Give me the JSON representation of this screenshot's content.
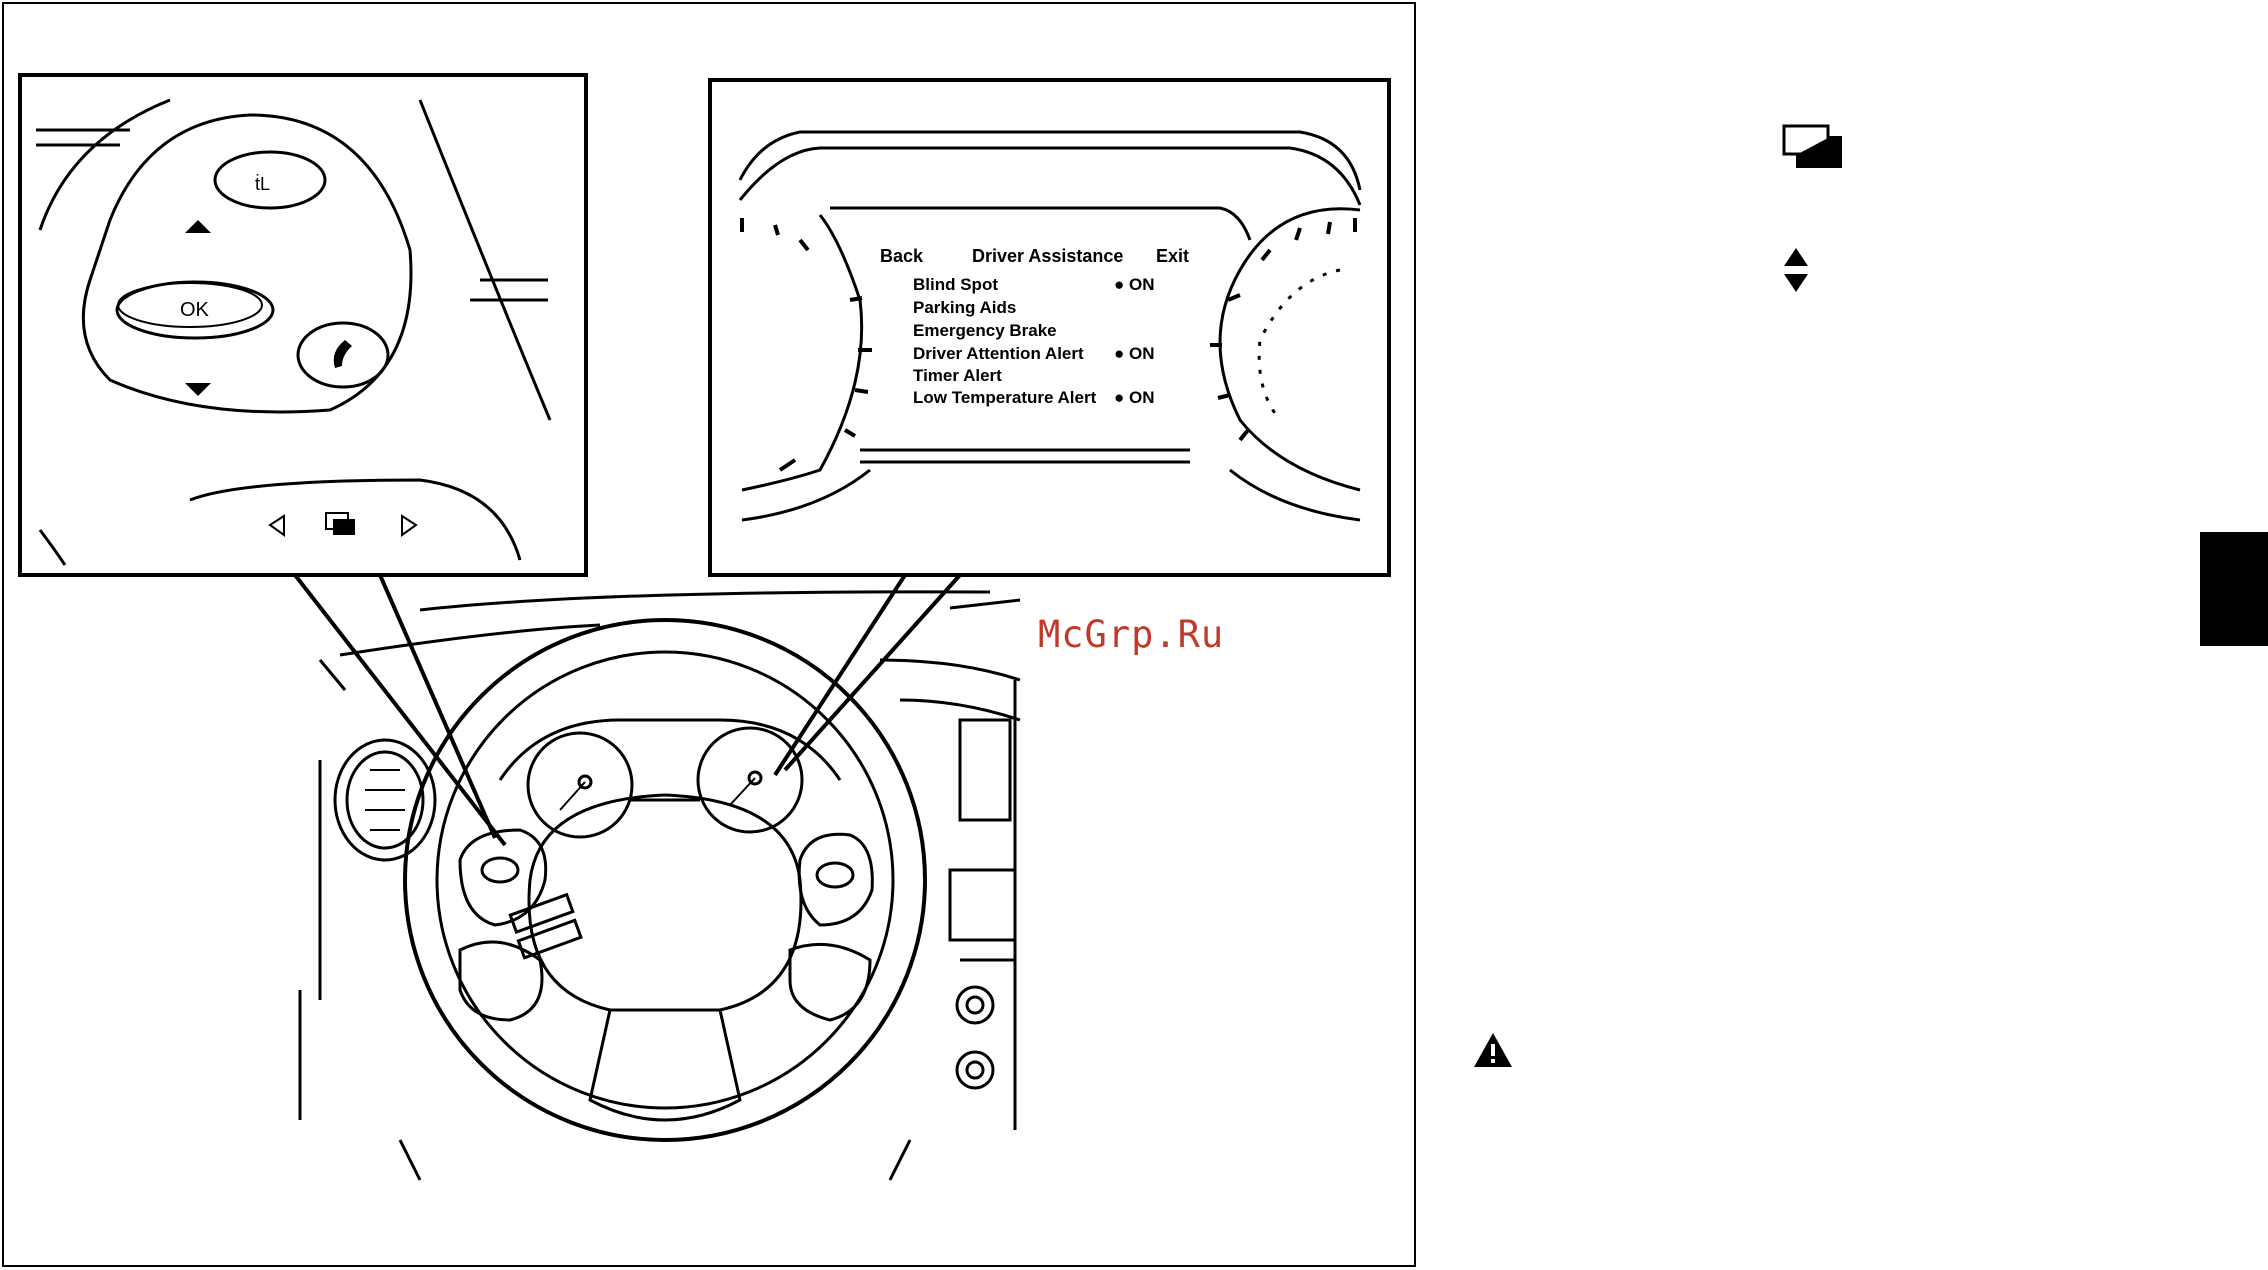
{
  "watermark": "McGrp.Ru",
  "controls": {
    "ok_label": "OK"
  },
  "display": {
    "header": {
      "back": "Back",
      "title": "Driver Assistance",
      "exit": "Exit"
    },
    "items": [
      {
        "label": "Blind Spot",
        "status": "● ON"
      },
      {
        "label": "Parking Aids",
        "status": ""
      },
      {
        "label": "Emergency Brake",
        "status": ""
      },
      {
        "label": "Driver Attention Alert",
        "status": "● ON"
      },
      {
        "label": "Timer Alert",
        "status": ""
      },
      {
        "label": "Low Temperature Alert",
        "status": "● ON"
      }
    ]
  },
  "icons": {
    "display_button": "display-toggle-icon",
    "up_down": "up-down-arrows-icon",
    "warning": "warning-triangle-icon"
  },
  "colors": {
    "watermark": "#c0392b",
    "side_tab": "#000000"
  }
}
